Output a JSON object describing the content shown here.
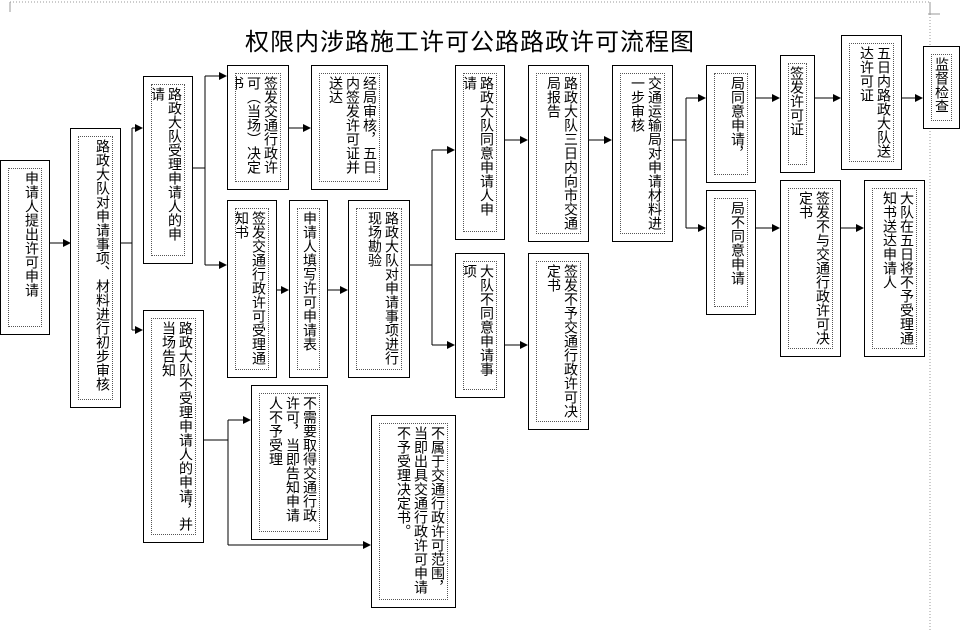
{
  "title": "权限内涉路施工许可公路路政许可流程图",
  "boxes": {
    "apply": "申请人提出许可申请",
    "review": "路政大队对申请事项、材料进行初步审核",
    "accept": "路政大队受理申请人的申请",
    "reject": "路政大队不受理申请人的申请，并当场告知",
    "onsite_decision": "签发交通行政许可（当场）决定书",
    "bureau_review": "经局审核，五日内签发许可证并送达",
    "acceptance_notice": "签发交通行政许可受理通知书",
    "fill_form": "申请人填写许可申请表",
    "field_survey": "路政大队对申请事项进行现场勘验",
    "brigade_agree": "路政大队同意申请人申请",
    "brigade_disagree": "大队不同意申请事项",
    "report_bureau": "路政大队三日内向市交通局报告",
    "deny_decision": "签发不予交通行政许可决定书",
    "bureau_further": "交通运输局对申请材料进一步审核",
    "bureau_agree": "局同意申请，",
    "bureau_disagree": "局不同意申请",
    "issue_license": "签发许可证",
    "deliver_license": "五日内路政大队送达许可证",
    "supervise": "监督检查",
    "deny_decision2": "签发不与交通行政许可决定书",
    "notify_deny": "大队在五日将不予受理通知书送达申请人",
    "no_permit_needed": "不需要取得交通行政许可，当即告知申请人不予受理",
    "out_of_scope": "不属于交通行政许可范围，当即出具交通行政许可申请不予受理决定书。"
  }
}
